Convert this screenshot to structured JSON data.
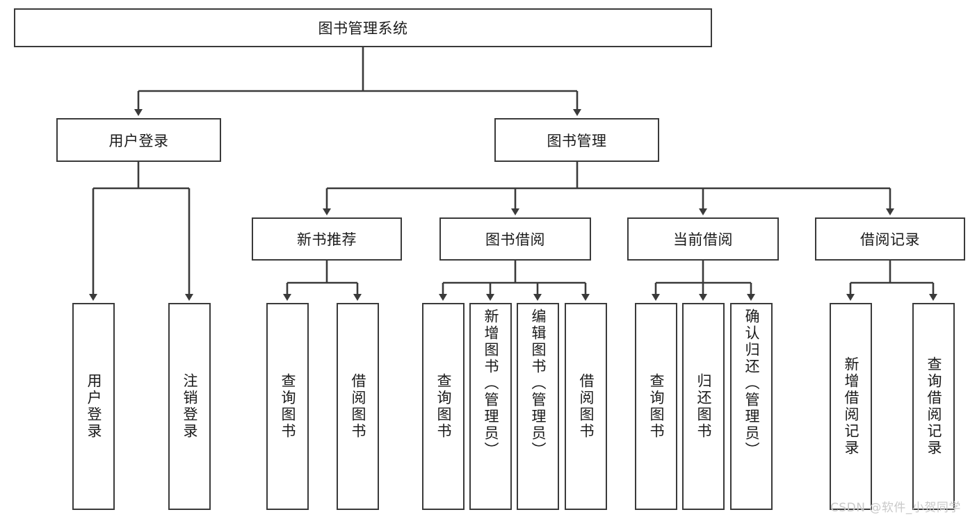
{
  "diagram": {
    "type": "hierarchical-tree",
    "title_node": {
      "label": "图书管理系统"
    },
    "level2": [
      {
        "id": "user-login",
        "label": "用户登录"
      },
      {
        "id": "book-management",
        "label": "图书管理"
      }
    ],
    "level3": [
      {
        "id": "new-book-recommend",
        "label": "新书推荐",
        "parent": "book-management"
      },
      {
        "id": "book-borrow",
        "label": "图书借阅",
        "parent": "book-management"
      },
      {
        "id": "current-borrow",
        "label": "当前借阅",
        "parent": "book-management"
      },
      {
        "id": "borrow-record",
        "label": "借阅记录",
        "parent": "book-management"
      }
    ],
    "leaves": [
      {
        "id": "leaf-user-login",
        "label": "用户登录",
        "parent": "user-login"
      },
      {
        "id": "leaf-logout-login",
        "label": "注销登录",
        "parent": "user-login"
      },
      {
        "id": "leaf-query-book-1",
        "label": "查询图书",
        "parent": "new-book-recommend"
      },
      {
        "id": "leaf-borrow-book-1",
        "label": "借阅图书",
        "parent": "new-book-recommend"
      },
      {
        "id": "leaf-query-book-2",
        "label": "查询图书",
        "parent": "book-borrow"
      },
      {
        "id": "leaf-add-book",
        "label": "新增图书（管理员）",
        "parent": "book-borrow"
      },
      {
        "id": "leaf-edit-book",
        "label": "编辑图书（管理员）",
        "parent": "book-borrow"
      },
      {
        "id": "leaf-borrow-book-2",
        "label": "借阅图书",
        "parent": "book-borrow"
      },
      {
        "id": "leaf-query-book-3",
        "label": "查询图书",
        "parent": "current-borrow"
      },
      {
        "id": "leaf-return-book",
        "label": "归还图书",
        "parent": "current-borrow"
      },
      {
        "id": "leaf-confirm-return",
        "label": "确认归还（管理员）",
        "parent": "current-borrow"
      },
      {
        "id": "leaf-add-record",
        "label": "新增借阅记录",
        "parent": "borrow-record"
      },
      {
        "id": "leaf-query-record",
        "label": "查询借阅记录",
        "parent": "borrow-record"
      }
    ],
    "colors": {
      "stroke": "#3a3a3a",
      "fill": "#ffffff",
      "text": "#1a1a1a",
      "watermark": "#c9c9c9"
    }
  },
  "watermark": {
    "text": "CSDN @软件_小贺同学"
  }
}
